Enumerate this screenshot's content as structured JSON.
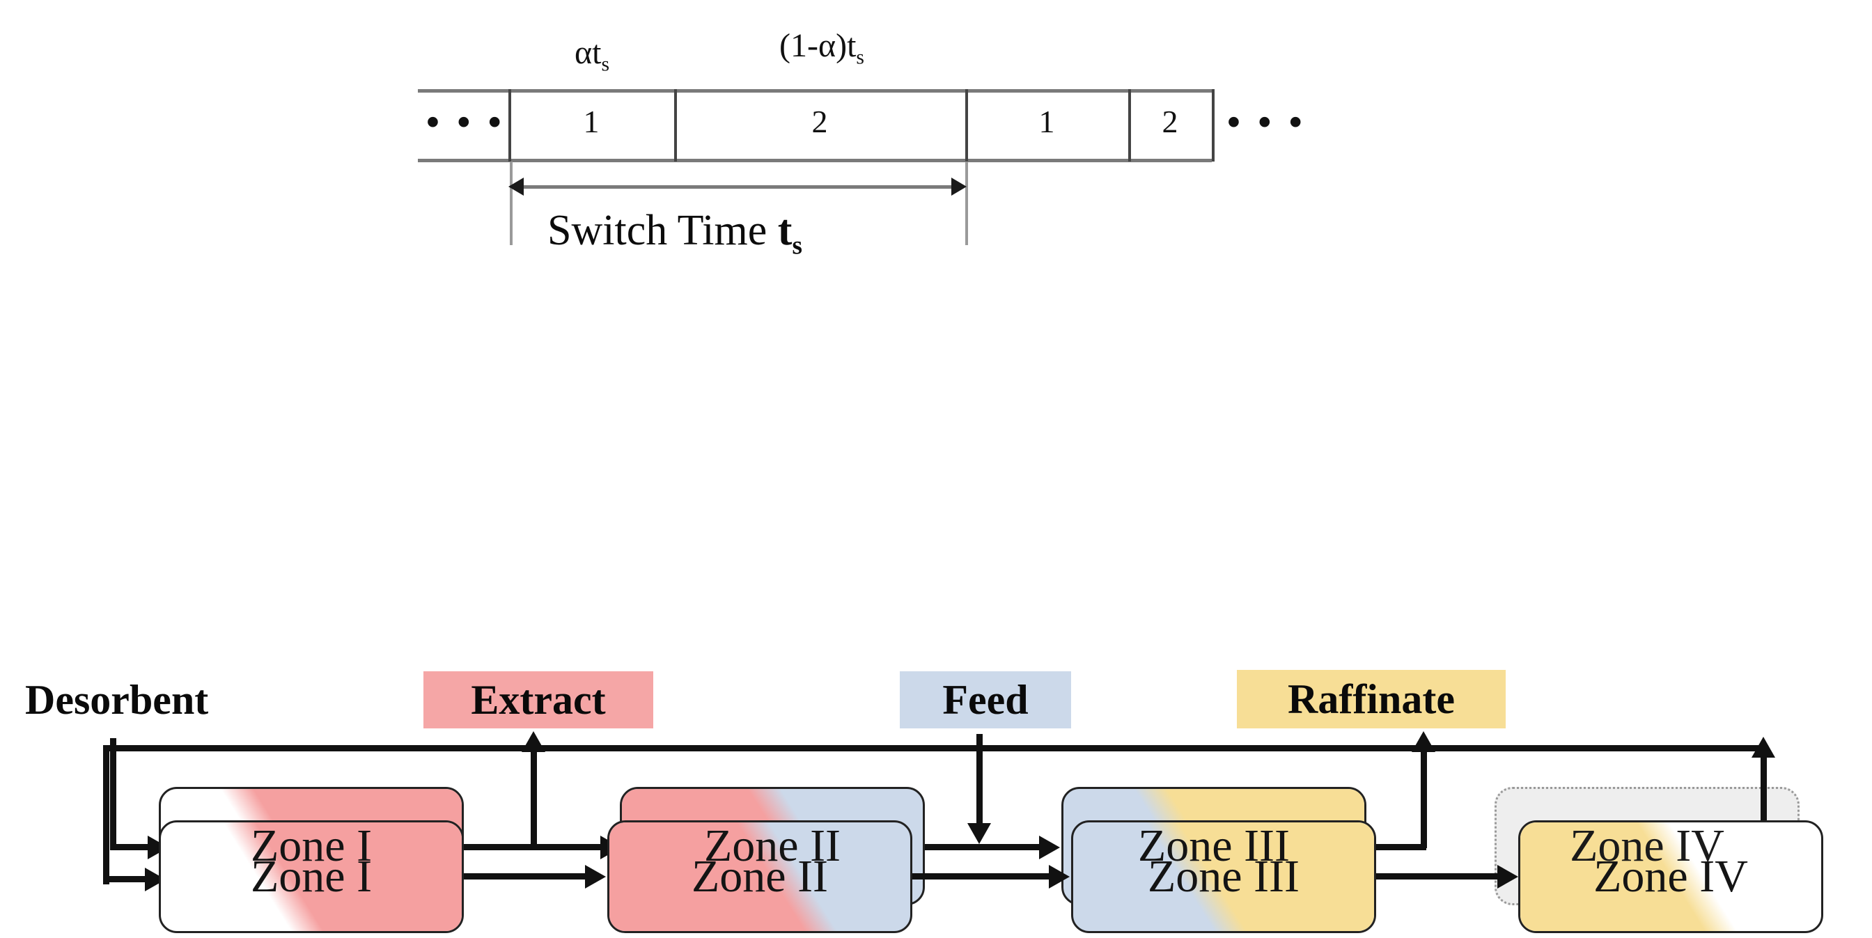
{
  "figure": {
    "type": "process-flow-diagram",
    "description": "Simulated moving bed (SMB) zone configuration with switch-time timeline"
  },
  "timeline": {
    "left_ellipsis": "• • •",
    "right_ellipsis": "• • •",
    "subinterval_labels": [
      {
        "id": "alpha-ts",
        "text": "αt",
        "sub": "s"
      },
      {
        "id": "one-minus-alpha-ts",
        "text": "(1-α)t",
        "sub": "s"
      }
    ],
    "cells": [
      {
        "label": "1"
      },
      {
        "label": "2"
      },
      {
        "label": "1"
      },
      {
        "label": "2"
      }
    ],
    "measure": {
      "caption_prefix": "Switch Time ",
      "caption_symbol": "t",
      "caption_sub": "s"
    }
  },
  "middle_row": {
    "ports": [
      {
        "id": "desorbent",
        "label": "Desorbent",
        "fill": "none"
      },
      {
        "id": "extract",
        "label": "Extract",
        "fill": "#f5a6a6"
      },
      {
        "id": "feed",
        "label": "Feed",
        "fill": "#ccd9ea"
      },
      {
        "id": "raffinate",
        "label": "Raffinate",
        "fill": "#f7de96"
      }
    ],
    "zones": [
      {
        "id": "zone-1",
        "label": "Zone I",
        "base": "#ffffff",
        "band": "#f5a0a0",
        "style": "solid"
      },
      {
        "id": "zone-2",
        "label": "Zone II",
        "base": "#ccd9ea",
        "band": "#f5a0a0",
        "style": "solid"
      },
      {
        "id": "zone-3",
        "label": "Zone III",
        "base": "#ccd9ea",
        "band": "#f7de96",
        "style": "solid"
      },
      {
        "id": "zone-4",
        "label": "Zone IV",
        "base": "#eeeeee",
        "band": "none",
        "style": "dotted"
      }
    ]
  },
  "bottom_row": {
    "zones": [
      {
        "id": "zone-1b",
        "label": "Zone I",
        "base": "#ffffff",
        "band": "#f5a0a0"
      },
      {
        "id": "zone-2b",
        "label": "Zone II",
        "base": "#ccd9ea",
        "band": "#f5a0a0"
      },
      {
        "id": "zone-3b",
        "label": "Zone III",
        "base": "#ccd9ea",
        "band": "#f7de96"
      },
      {
        "id": "zone-4b",
        "label": "Zone IV",
        "base": "#ffffff",
        "band": "#f7de96"
      }
    ],
    "recycle": {
      "id": "recycle-loop",
      "label": ""
    }
  },
  "colors": {
    "extract_pink": "#f5a6a6",
    "feed_blue": "#ccd9ea",
    "raffinate_yellow": "#f7de96",
    "band_pink": "#f5a0a0",
    "band_yellow": "#f7de96",
    "line_black": "#111111",
    "rule_gray": "#7a7a7a"
  }
}
